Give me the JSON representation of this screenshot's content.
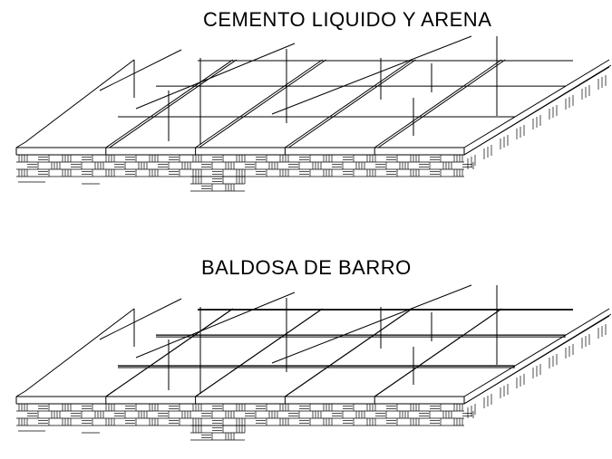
{
  "diagrams": [
    {
      "title": "CEMENTO LIQUIDO Y ARENA",
      "joint": "double-line"
    },
    {
      "title": "BALDOSA DE BARRO",
      "joint": "bold-line"
    }
  ],
  "colors": {
    "line": "#000000",
    "background": "#ffffff"
  }
}
